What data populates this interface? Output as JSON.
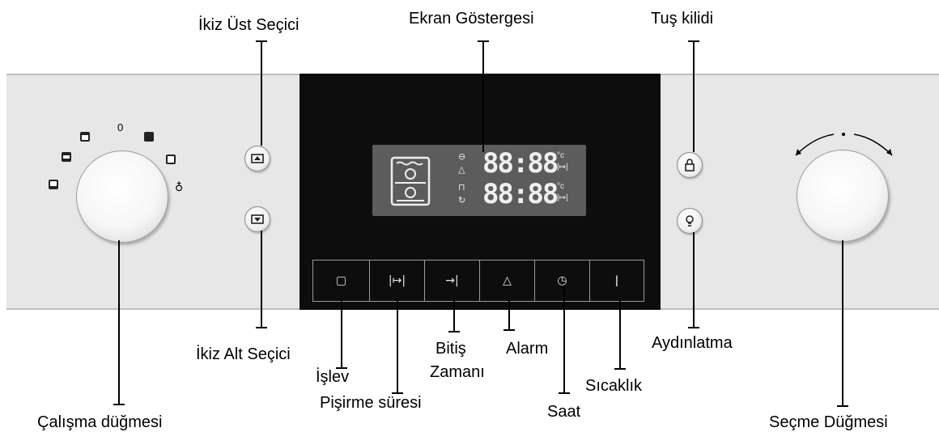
{
  "labels": {
    "ikiz_ust": "İkiz Üst Seçici",
    "ekran": "Ekran Göstergesi",
    "tus_kilidi": "Tuş kilidi",
    "ikiz_alt": "İkiz Alt Seçici",
    "islev": "İşlev",
    "pisirme": "Pişirme süresi",
    "bitis_line1": "Bitiş",
    "bitis_line2": "Zamanı",
    "alarm": "Alarm",
    "saat": "Saat",
    "sicaklik": "Sıcaklık",
    "aydinlatma": "Aydınlatma",
    "calisma": "Çalışma düğmesi",
    "secme": "Seçme Düğmesi"
  },
  "display": {
    "top_digits": "88:88",
    "bottom_digits": "88:88",
    "unit_c": "°c"
  },
  "knob_marks": {
    "zero": "0"
  },
  "icons": {
    "touch": [
      "function-icon",
      "duration-icon",
      "end-time-icon",
      "alarm-bell-icon",
      "clock-icon",
      "thermometer-icon"
    ],
    "touch_glyphs": [
      "▢",
      "|↦|",
      "→|",
      "△",
      "◷",
      "🌡"
    ]
  },
  "colors": {
    "panel": "#e7e7e7",
    "black_panel": "#0d0d0d",
    "lcd": "#5c5c5c"
  }
}
